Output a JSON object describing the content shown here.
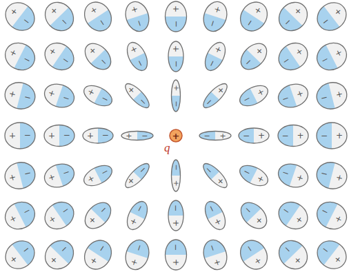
{
  "diagram": {
    "nodes": [
      {
        "text": [
          "+",
          "−"
        ]
      },
      {
        "text": [
          "+",
          "−"
        ]
      },
      {
        "text": [
          "+",
          "−"
        ]
      },
      {
        "text": [
          "+",
          "−"
        ]
      },
      {
        "text": [
          "+",
          "−"
        ]
      },
      {
        "text": [
          "+",
          "−"
        ]
      },
      {
        "text": [
          "+",
          "−"
        ]
      },
      {
        "text": [
          "+",
          "−"
        ]
      },
      {
        "text": [
          "+",
          "−"
        ]
      },
      {
        "text": [
          "+",
          "−"
        ]
      },
      {
        "text": [
          "+",
          "−"
        ]
      },
      {
        "text": [
          "+",
          "−"
        ]
      },
      {
        "text": [
          "+",
          "−"
        ]
      },
      {
        "text": [
          "+",
          "−"
        ]
      },
      {
        "text": [
          "+",
          "−"
        ]
      },
      {
        "text": [
          "+",
          "−"
        ]
      },
      {
        "text": [
          "+",
          "−"
        ]
      },
      {
        "text": [
          "+",
          "−"
        ]
      },
      {
        "text": [
          "+",
          "−"
        ]
      },
      {
        "text": [
          "+",
          "−"
        ]
      },
      {
        "text": [
          "+",
          "−"
        ]
      },
      {
        "text": [
          "+",
          "−"
        ]
      },
      {
        "text": [
          "+",
          "−"
        ]
      },
      {
        "text": [
          "+",
          "−"
        ]
      },
      {
        "text": [
          "+",
          "−"
        ]
      },
      {
        "text": [
          "+",
          "−"
        ]
      },
      {
        "text": [
          "+",
          "−"
        ]
      },
      {
        "text": [
          "+",
          "−"
        ]
      },
      {
        "text": [
          "+",
          "−"
        ]
      },
      {
        "text": [
          "+",
          "−"
        ]
      },
      {
        "text": [
          "+",
          "−"
        ]
      },
      {
        "text": [
          "+"
        ]
      },
      {
        "text": [
          "+",
          "−"
        ]
      },
      {
        "text": [
          "+",
          "−"
        ]
      },
      {
        "text": [
          "+",
          "−"
        ]
      },
      {
        "text": [
          "+",
          "−"
        ]
      },
      {
        "text": [
          "+",
          "−"
        ]
      },
      {
        "text": [
          "+",
          "−"
        ]
      },
      {
        "text": [
          "+",
          "−"
        ]
      },
      {
        "text": [
          "+",
          "−"
        ]
      },
      {
        "text": [
          "+",
          "−"
        ]
      },
      {
        "text": [
          "+",
          "−"
        ]
      },
      {
        "text": [
          "+",
          "−"
        ]
      },
      {
        "text": [
          "+",
          "−"
        ]
      },
      {
        "text": [
          "+",
          "−"
        ]
      },
      {
        "text": [
          "+",
          "−"
        ]
      },
      {
        "text": [
          "+",
          "−"
        ]
      },
      {
        "text": [
          "+",
          "−"
        ]
      },
      {
        "text": [
          "+",
          "−"
        ]
      },
      {
        "text": [
          "+",
          "−"
        ]
      },
      {
        "text": [
          "+",
          "−"
        ]
      },
      {
        "text": [
          "+",
          "−"
        ]
      },
      {
        "text": [
          "+",
          "−"
        ]
      },
      {
        "text": [
          "+",
          "−"
        ]
      },
      {
        "text": [
          "+",
          "−"
        ]
      },
      {
        "text": [
          "+",
          "−"
        ]
      },
      {
        "text": [
          "+",
          "−"
        ]
      },
      {
        "text": [
          "+",
          "−"
        ]
      },
      {
        "text": [
          "+",
          "−"
        ]
      },
      {
        "text": [
          "+",
          "−"
        ]
      },
      {
        "text": [
          "+",
          "−"
        ]
      },
      {
        "text": [
          "+",
          "−"
        ]
      },
      {
        "text": [
          "+",
          "−"
        ]
      }
    ],
    "labels": [
      "q"
    ]
  }
}
